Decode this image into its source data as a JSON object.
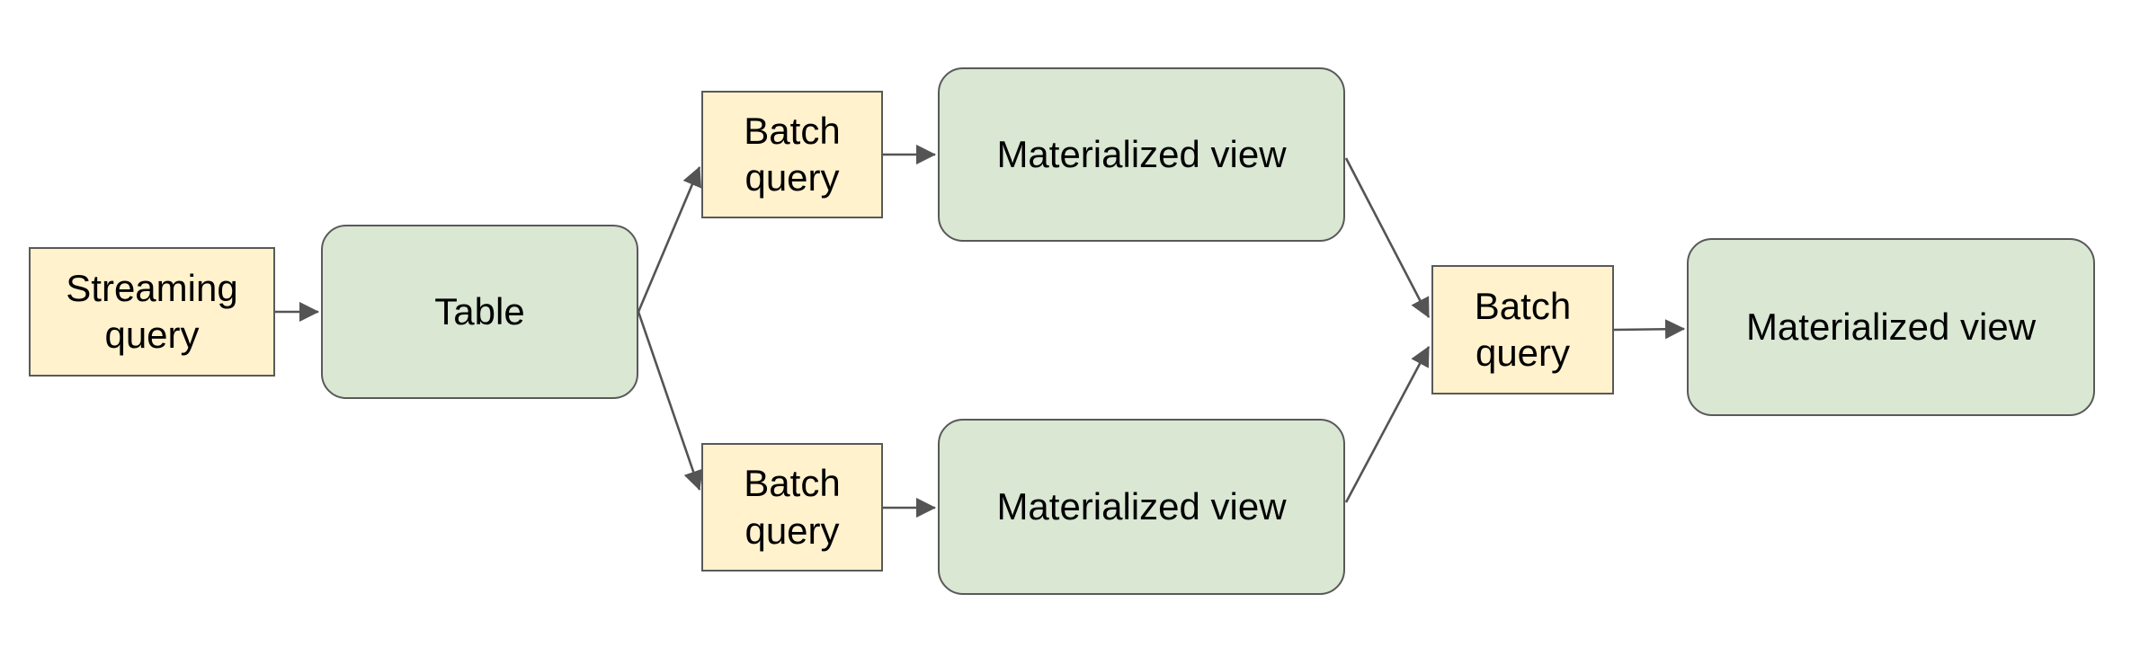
{
  "diagram": {
    "background_color": "#ffffff",
    "colors": {
      "query_box_fill": "#FFF2CC",
      "table_view_fill": "#D9E7D3",
      "box_border": "#595959",
      "arrow": "#545454",
      "text": "#000000"
    },
    "nodes": [
      {
        "id": "streaming-query",
        "label": "Streaming query",
        "kind": "query"
      },
      {
        "id": "table",
        "label": "Table",
        "kind": "table"
      },
      {
        "id": "batch-query-top",
        "label": "Batch query",
        "kind": "query"
      },
      {
        "id": "materialized-view-top",
        "label": "Materialized view",
        "kind": "view"
      },
      {
        "id": "batch-query-bottom",
        "label": "Batch query",
        "kind": "query"
      },
      {
        "id": "materialized-view-bottom",
        "label": "Materialized view",
        "kind": "view"
      },
      {
        "id": "batch-query-right",
        "label": "Batch query",
        "kind": "query"
      },
      {
        "id": "materialized-view-right",
        "label": "Materialized view",
        "kind": "view"
      }
    ],
    "edges": [
      {
        "from": "streaming-query",
        "to": "table"
      },
      {
        "from": "table",
        "to": "batch-query-top"
      },
      {
        "from": "table",
        "to": "batch-query-bottom"
      },
      {
        "from": "batch-query-top",
        "to": "materialized-view-top"
      },
      {
        "from": "batch-query-bottom",
        "to": "materialized-view-bottom"
      },
      {
        "from": "materialized-view-top",
        "to": "batch-query-right"
      },
      {
        "from": "materialized-view-bottom",
        "to": "batch-query-right"
      },
      {
        "from": "batch-query-right",
        "to": "materialized-view-right"
      }
    ]
  }
}
